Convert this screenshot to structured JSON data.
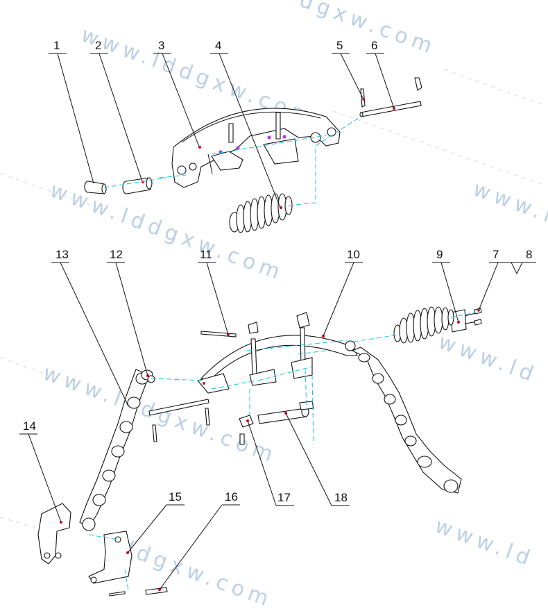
{
  "watermark": {
    "text_full": "www.lddgxw.com",
    "text_partial_a": "www.ld",
    "text_partial_b": "ddgxw.com",
    "text_partial_c": "lddgxw.com",
    "text_partial_d": "www.ldd",
    "text_partial_e": "dgxw.com",
    "color": "#bcd0e6"
  },
  "callouts": [
    {
      "id": "1",
      "label": "1"
    },
    {
      "id": "2",
      "label": "2"
    },
    {
      "id": "3",
      "label": "3"
    },
    {
      "id": "4",
      "label": "4"
    },
    {
      "id": "5",
      "label": "5"
    },
    {
      "id": "6",
      "label": "6"
    },
    {
      "id": "7",
      "label": "7"
    },
    {
      "id": "8",
      "label": "8"
    },
    {
      "id": "9",
      "label": "9"
    },
    {
      "id": "10",
      "label": "10"
    },
    {
      "id": "11",
      "label": "11"
    },
    {
      "id": "12",
      "label": "12"
    },
    {
      "id": "13",
      "label": "13"
    },
    {
      "id": "14",
      "label": "14"
    },
    {
      "id": "15",
      "label": "15"
    },
    {
      "id": "16",
      "label": "16"
    },
    {
      "id": "17",
      "label": "17"
    },
    {
      "id": "18",
      "label": "18"
    }
  ],
  "colors": {
    "line": "#111111",
    "assembly_path": "#19c4e6",
    "marker": "#e0002a",
    "pin_marker": "#b040d0"
  }
}
